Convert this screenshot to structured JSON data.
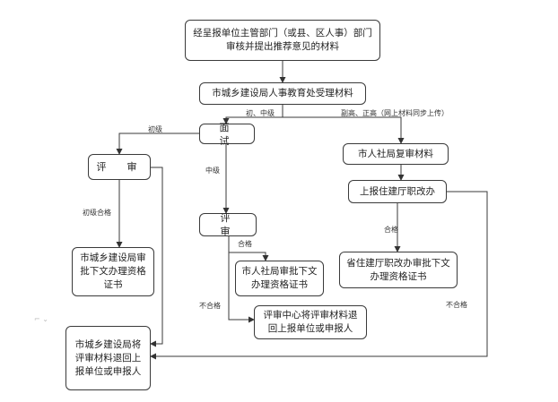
{
  "nodes": {
    "submit": "经呈报单位主管部门（或县、区人事）部门审核并提出推荐意见的材料",
    "accept": "市城乡建设局人事教育处受理材料",
    "interview": "面　试",
    "review_junior": "评　审",
    "review_mid": "评　审",
    "approve_junior": "市城乡建设局审批下文办理资格证书",
    "return_city": "市城乡建设局将评审材料退回上报单位或申报人",
    "approve_mid": "市人社局审批下文办理资格证书",
    "return_center": "评审中心将评审材料退回上报单位或申报人",
    "hr_review": "市人社局复审材料",
    "report_dept": "上报住建厅职改办",
    "approve_senior": "省住建厅职改办审批下文办理资格证书"
  },
  "labels": {
    "junior_mid": "初、中级",
    "senior": "副高、正高（网上材料同步上传）",
    "junior": "初级",
    "mid": "中级",
    "junior_pass": "初级合格",
    "mid_pass": "合格",
    "mid_fail": "不合格",
    "senior_pass": "合格",
    "senior_fail": "不合格"
  }
}
